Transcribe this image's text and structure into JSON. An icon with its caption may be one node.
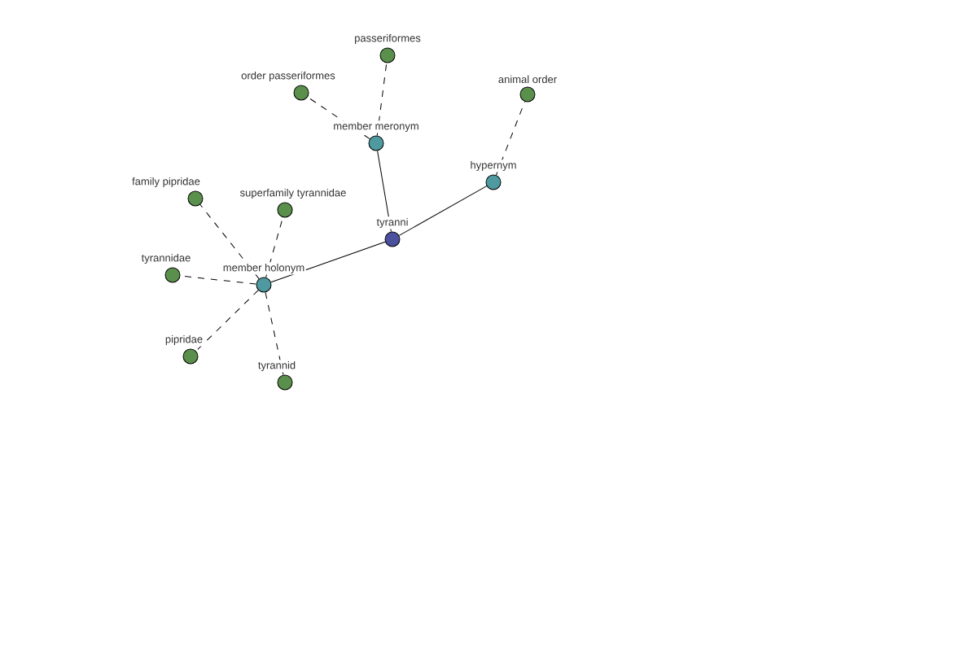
{
  "diagram": {
    "nodes": [
      {
        "text": [
          "tyranni"
        ]
      },
      {
        "text": [
          "hypernym"
        ]
      },
      {
        "text": [
          "animal order"
        ]
      },
      {
        "text": [
          "member meronym"
        ]
      },
      {
        "text": [
          "passeriformes"
        ]
      },
      {
        "text": [
          "order passeriformes"
        ]
      },
      {
        "text": [
          "member holonym"
        ]
      },
      {
        "text": [
          "family pipridae"
        ]
      },
      {
        "text": [
          "superfamily tyrannidae"
        ]
      },
      {
        "text": [
          "tyrannidae"
        ]
      },
      {
        "text": [
          "pipridae"
        ]
      },
      {
        "text": [
          "tyrannid"
        ]
      }
    ],
    "edges": [
      {
        "from": 0,
        "to": 1,
        "arrow": "none"
      },
      {
        "from": 1,
        "to": 2,
        "arrow": "none",
        "style": "dashed"
      },
      {
        "from": 0,
        "to": 3,
        "arrow": "none"
      },
      {
        "from": 3,
        "to": 4,
        "arrow": "none",
        "style": "dashed"
      },
      {
        "from": 3,
        "to": 5,
        "arrow": "none",
        "style": "dashed"
      },
      {
        "from": 0,
        "to": 6,
        "arrow": "none"
      },
      {
        "from": 6,
        "to": 7,
        "arrow": "none",
        "style": "dashed"
      },
      {
        "from": 6,
        "to": 8,
        "arrow": "none",
        "style": "dashed"
      },
      {
        "from": 6,
        "to": 9,
        "arrow": "none",
        "style": "dashed"
      },
      {
        "from": 6,
        "to": 10,
        "arrow": "none",
        "style": "dashed"
      },
      {
        "from": 6,
        "to": 11,
        "arrow": "none",
        "style": "dashed"
      }
    ]
  }
}
